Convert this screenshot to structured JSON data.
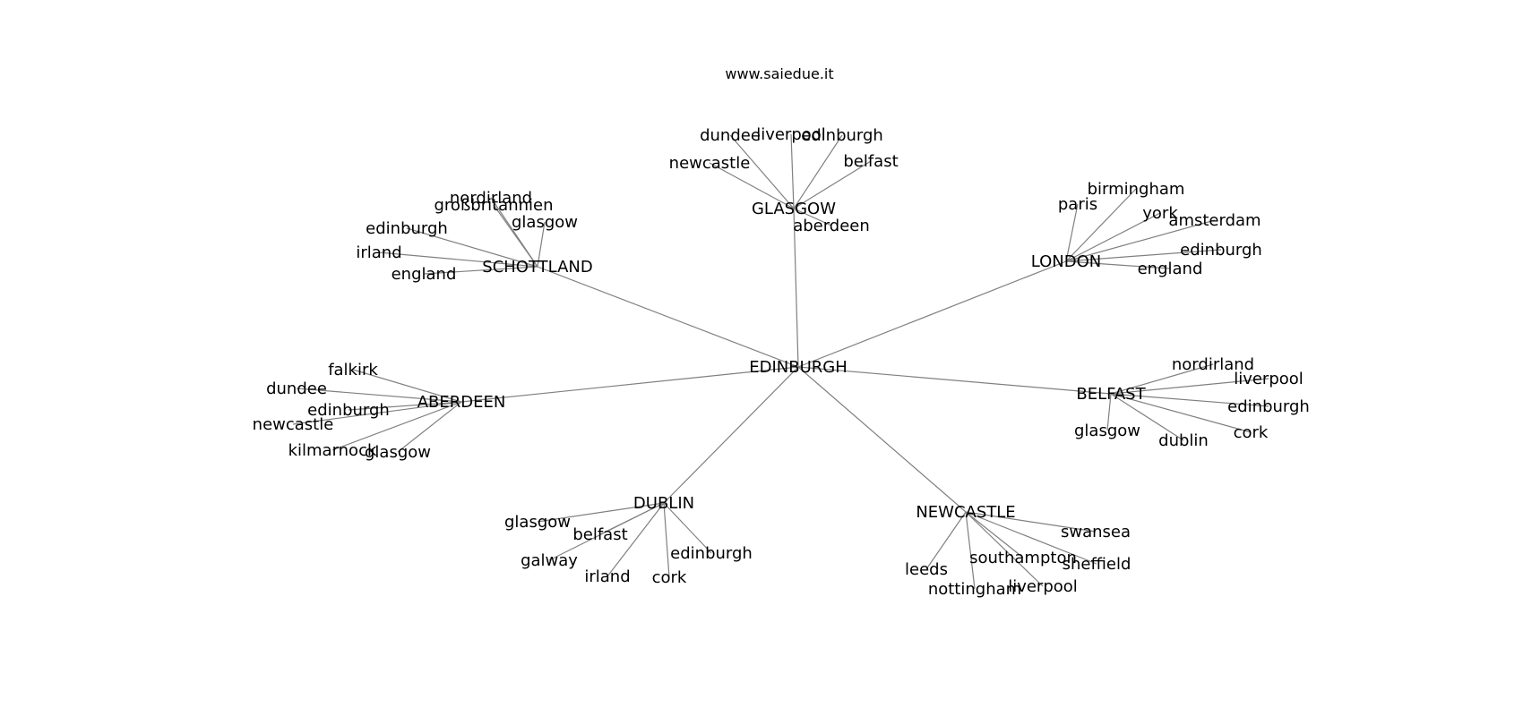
{
  "header": {
    "site": "www.saiedue.it"
  },
  "graph": {
    "center": "EDINBURGH",
    "hubs": [
      {
        "name": "GLASGOW",
        "leaves": [
          "dundee",
          "liverpool",
          "edinburgh",
          "belfast",
          "newcastle",
          "aberdeen"
        ]
      },
      {
        "name": "SCHOTTLAND",
        "leaves": [
          "großbritannien",
          "nordirland",
          "glasgow",
          "edinburgh",
          "irland",
          "england"
        ]
      },
      {
        "name": "LONDON",
        "leaves": [
          "birmingham",
          "paris",
          "york",
          "amsterdam",
          "edinburgh",
          "england"
        ]
      },
      {
        "name": "ABERDEEN",
        "leaves": [
          "falkirk",
          "dundee",
          "edinburgh",
          "newcastle",
          "kilmarnock",
          "glasgow"
        ]
      },
      {
        "name": "BELFAST",
        "leaves": [
          "nordirland",
          "liverpool",
          "edinburgh",
          "cork",
          "glasgow",
          "dublin"
        ]
      },
      {
        "name": "DUBLIN",
        "leaves": [
          "glasgow",
          "belfast",
          "galway",
          "irland",
          "cork",
          "edinburgh"
        ]
      },
      {
        "name": "NEWCASTLE",
        "leaves": [
          "swansea",
          "southampton",
          "sheffield",
          "leeds",
          "nottingham",
          "liverpool"
        ]
      }
    ],
    "colors": {
      "edge": "#808080",
      "text": "#000000",
      "background": "#ffffff"
    }
  }
}
